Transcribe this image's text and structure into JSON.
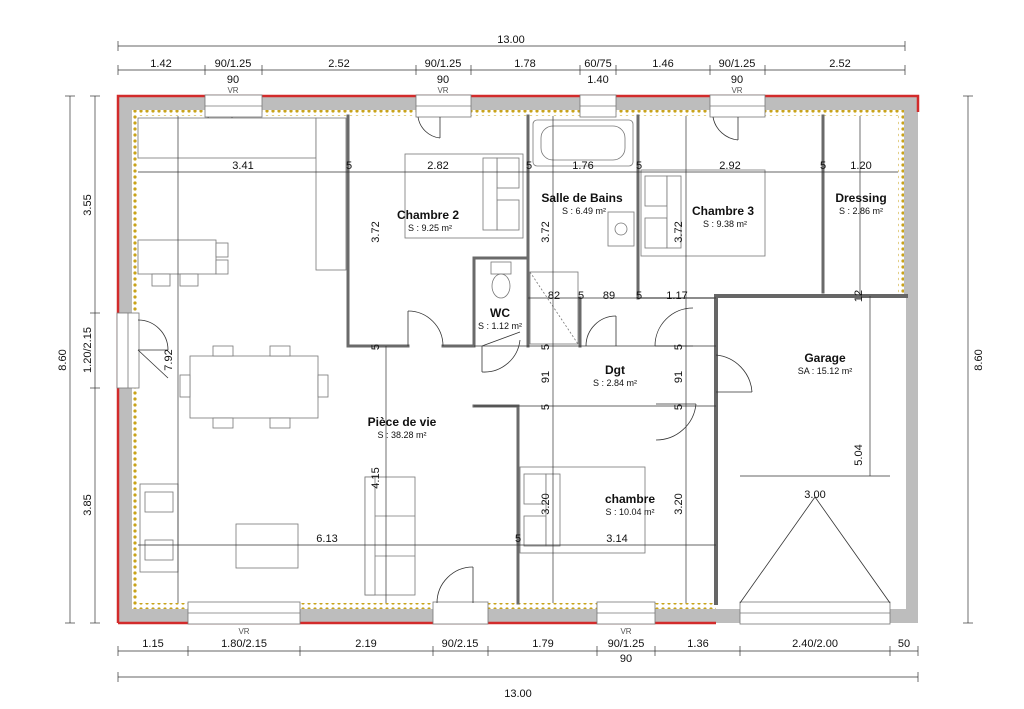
{
  "plan": {
    "overall_width": "13.00",
    "overall_depth": "8.60",
    "vr_label": "VR",
    "top_dims": [
      {
        "id": "t1",
        "text": "1.42"
      },
      {
        "id": "t2",
        "text": "90/1.25",
        "sub": "90",
        "vr": true
      },
      {
        "id": "t3",
        "text": "2.52"
      },
      {
        "id": "t4",
        "text": "90/1.25",
        "sub": "90",
        "vr": true
      },
      {
        "id": "t5",
        "text": "1.78"
      },
      {
        "id": "t6",
        "text": "60/75",
        "sub": "1.40"
      },
      {
        "id": "t7",
        "text": "1.46"
      },
      {
        "id": "t8",
        "text": "90/1.25",
        "sub": "90",
        "vr": true
      },
      {
        "id": "t9",
        "text": "2.52"
      }
    ],
    "bottom_dims": [
      {
        "id": "b1",
        "text": "1.15"
      },
      {
        "id": "b2",
        "text": "1.80/2.15",
        "vr": true
      },
      {
        "id": "b3",
        "text": "2.19"
      },
      {
        "id": "b4",
        "text": "90/2.15"
      },
      {
        "id": "b5",
        "text": "1.79"
      },
      {
        "id": "b6",
        "text": "90/1.25",
        "sub": "90",
        "vr": true
      },
      {
        "id": "b7",
        "text": "1.36"
      },
      {
        "id": "b8",
        "text": "2.40/2.00"
      },
      {
        "id": "b9",
        "text": "50"
      }
    ],
    "left_dims": [
      {
        "id": "l1",
        "text": "3.55"
      },
      {
        "id": "l2",
        "text": "1.20/2.15"
      },
      {
        "id": "l3",
        "text": "3.85"
      }
    ],
    "rooms": [
      {
        "id": "piece-de-vie",
        "name": "Pièce de vie",
        "area": "S : 38.28 m²"
      },
      {
        "id": "chambre-2",
        "name": "Chambre 2",
        "area": "S : 9.25 m²"
      },
      {
        "id": "salle-de-bains",
        "name": "Salle de Bains",
        "area": "S : 6.49 m²"
      },
      {
        "id": "chambre-3",
        "name": "Chambre 3",
        "area": "S : 9.38 m²"
      },
      {
        "id": "dressing",
        "name": "Dressing",
        "area": "S : 2.86 m²"
      },
      {
        "id": "wc",
        "name": "WC",
        "area": "S : 1.12 m²"
      },
      {
        "id": "dgt",
        "name": "Dgt",
        "area": "S : 2.84 m²"
      },
      {
        "id": "garage",
        "name": "Garage",
        "area": "SA : 15.12 m²"
      },
      {
        "id": "chambre",
        "name": "chambre",
        "area": "S : 10.04 m²"
      }
    ],
    "inner_dims": [
      {
        "id": "d01",
        "text": "3.41"
      },
      {
        "id": "d02",
        "text": "5"
      },
      {
        "id": "d03",
        "text": "2.82"
      },
      {
        "id": "d04",
        "text": "5"
      },
      {
        "id": "d05",
        "text": "1.76"
      },
      {
        "id": "d06",
        "text": "5"
      },
      {
        "id": "d07",
        "text": "2.92"
      },
      {
        "id": "d08",
        "text": "5"
      },
      {
        "id": "d09",
        "text": "1.20"
      },
      {
        "id": "d10",
        "text": "3.72"
      },
      {
        "id": "d11",
        "text": "3.72"
      },
      {
        "id": "d12",
        "text": "3.72"
      },
      {
        "id": "d13",
        "text": "82"
      },
      {
        "id": "d14",
        "text": "5"
      },
      {
        "id": "d15",
        "text": "89"
      },
      {
        "id": "d16",
        "text": "5"
      },
      {
        "id": "d17",
        "text": "1.17"
      },
      {
        "id": "d18",
        "text": "12"
      },
      {
        "id": "d19",
        "text": "5"
      },
      {
        "id": "d20",
        "text": "5"
      },
      {
        "id": "d21",
        "text": "5"
      },
      {
        "id": "d22",
        "text": "7.92"
      },
      {
        "id": "d23",
        "text": "91"
      },
      {
        "id": "d24",
        "text": "91"
      },
      {
        "id": "d25",
        "text": "5"
      },
      {
        "id": "d26",
        "text": "5"
      },
      {
        "id": "d27",
        "text": "4.15"
      },
      {
        "id": "d28",
        "text": "3.20"
      },
      {
        "id": "d29",
        "text": "3.20"
      },
      {
        "id": "d30",
        "text": "6.13"
      },
      {
        "id": "d31",
        "text": "5"
      },
      {
        "id": "d32",
        "text": "3.14"
      },
      {
        "id": "d33",
        "text": "5.04"
      },
      {
        "id": "d34",
        "text": "3.00"
      }
    ]
  }
}
